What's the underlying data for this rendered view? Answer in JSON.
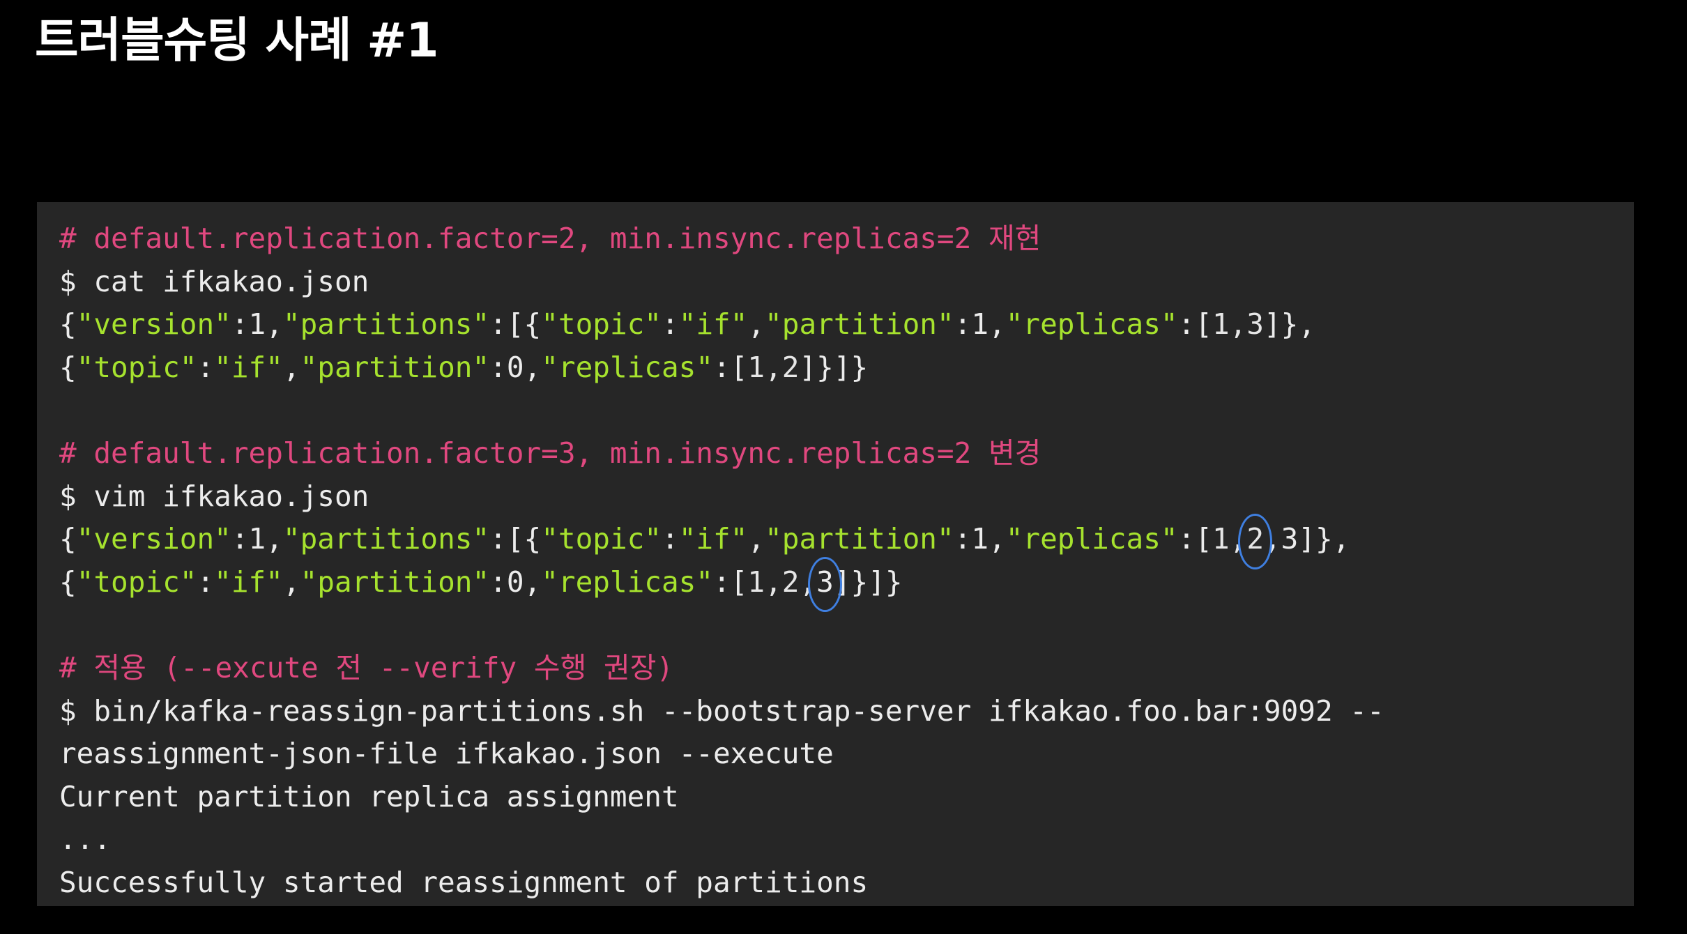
{
  "slide": {
    "title": "트러블슈팅 사례 #1"
  },
  "colors": {
    "background": "#000000",
    "panel": "#262626",
    "comment": "#e0487f",
    "string": "#a6e22e",
    "number": "#f4bf3a",
    "plain": "#ececec",
    "annotation_ring": "#3f7fe0"
  },
  "code": {
    "lines": [
      {
        "segments": [
          {
            "text": "# default.replication.factor=2, min.insync.replicas=2 재현",
            "style": "comment"
          }
        ]
      },
      {
        "segments": [
          {
            "text": "$ cat ifkakao.json",
            "style": "plain"
          }
        ]
      },
      {
        "segments": [
          {
            "text": "{",
            "style": "plain"
          },
          {
            "text": "\"version\"",
            "style": "string"
          },
          {
            "text": ":1,",
            "style": "plain"
          },
          {
            "text": "\"partitions\"",
            "style": "string"
          },
          {
            "text": ":[{",
            "style": "plain"
          },
          {
            "text": "\"topic\"",
            "style": "string"
          },
          {
            "text": ":",
            "style": "plain"
          },
          {
            "text": "\"if\"",
            "style": "string"
          },
          {
            "text": ",",
            "style": "plain"
          },
          {
            "text": "\"partition\"",
            "style": "string"
          },
          {
            "text": ":1,",
            "style": "plain"
          },
          {
            "text": "\"replicas\"",
            "style": "string"
          },
          {
            "text": ":[",
            "style": "plain"
          },
          {
            "text": "1,3",
            "style": "number"
          },
          {
            "text": "]},",
            "style": "plain"
          }
        ]
      },
      {
        "segments": [
          {
            "text": "{",
            "style": "plain"
          },
          {
            "text": "\"topic\"",
            "style": "string"
          },
          {
            "text": ":",
            "style": "plain"
          },
          {
            "text": "\"if\"",
            "style": "string"
          },
          {
            "text": ",",
            "style": "plain"
          },
          {
            "text": "\"partition\"",
            "style": "string"
          },
          {
            "text": ":0,",
            "style": "plain"
          },
          {
            "text": "\"replicas\"",
            "style": "string"
          },
          {
            "text": ":[",
            "style": "plain"
          },
          {
            "text": "1,2",
            "style": "number"
          },
          {
            "text": "]}]}",
            "style": "plain"
          }
        ]
      },
      {
        "segments": []
      },
      {
        "segments": [
          {
            "text": "# default.replication.factor=3, min.insync.replicas=2 변경",
            "style": "comment"
          }
        ]
      },
      {
        "segments": [
          {
            "text": "$ vim ifkakao.json",
            "style": "plain"
          }
        ]
      },
      {
        "segments": [
          {
            "text": "{",
            "style": "plain"
          },
          {
            "text": "\"version\"",
            "style": "string"
          },
          {
            "text": ":1,",
            "style": "plain"
          },
          {
            "text": "\"partitions\"",
            "style": "string"
          },
          {
            "text": ":[{",
            "style": "plain"
          },
          {
            "text": "\"topic\"",
            "style": "string"
          },
          {
            "text": ":",
            "style": "plain"
          },
          {
            "text": "\"if\"",
            "style": "string"
          },
          {
            "text": ",",
            "style": "plain"
          },
          {
            "text": "\"partition\"",
            "style": "string"
          },
          {
            "text": ":1,",
            "style": "plain"
          },
          {
            "text": "\"replicas\"",
            "style": "string"
          },
          {
            "text": ":[",
            "style": "plain"
          },
          {
            "text": "1,",
            "style": "number"
          },
          {
            "text": "2",
            "style": "number",
            "marked": true
          },
          {
            "text": ",3",
            "style": "plain"
          },
          {
            "text": "]},",
            "style": "plain"
          }
        ]
      },
      {
        "segments": [
          {
            "text": "{",
            "style": "plain"
          },
          {
            "text": "\"topic\"",
            "style": "string"
          },
          {
            "text": ":",
            "style": "plain"
          },
          {
            "text": "\"if\"",
            "style": "string"
          },
          {
            "text": ",",
            "style": "plain"
          },
          {
            "text": "\"partition\"",
            "style": "string"
          },
          {
            "text": ":0,",
            "style": "plain"
          },
          {
            "text": "\"replicas\"",
            "style": "string"
          },
          {
            "text": ":[",
            "style": "plain"
          },
          {
            "text": "1,2,",
            "style": "number"
          },
          {
            "text": "3",
            "style": "plain",
            "marked": true
          },
          {
            "text": "]}]}",
            "style": "plain"
          }
        ]
      },
      {
        "segments": []
      },
      {
        "segments": [
          {
            "text": "# 적용 (--excute 전 --verify 수행 권장)",
            "style": "comment"
          }
        ]
      },
      {
        "segments": [
          {
            "text": "$ bin/kafka-reassign-partitions.sh --bootstrap-server ifkakao.foo.bar:9092 --",
            "style": "plain"
          }
        ]
      },
      {
        "segments": [
          {
            "text": "reassignment-json-file ifkakao.json --execute",
            "style": "plain"
          }
        ]
      },
      {
        "segments": [
          {
            "text": "Current partition replica assignment",
            "style": "plain"
          }
        ]
      },
      {
        "segments": [
          {
            "text": "...",
            "style": "plain"
          }
        ]
      },
      {
        "segments": [
          {
            "text": "Successfully started reassignment of partitions",
            "style": "plain"
          }
        ]
      }
    ]
  }
}
